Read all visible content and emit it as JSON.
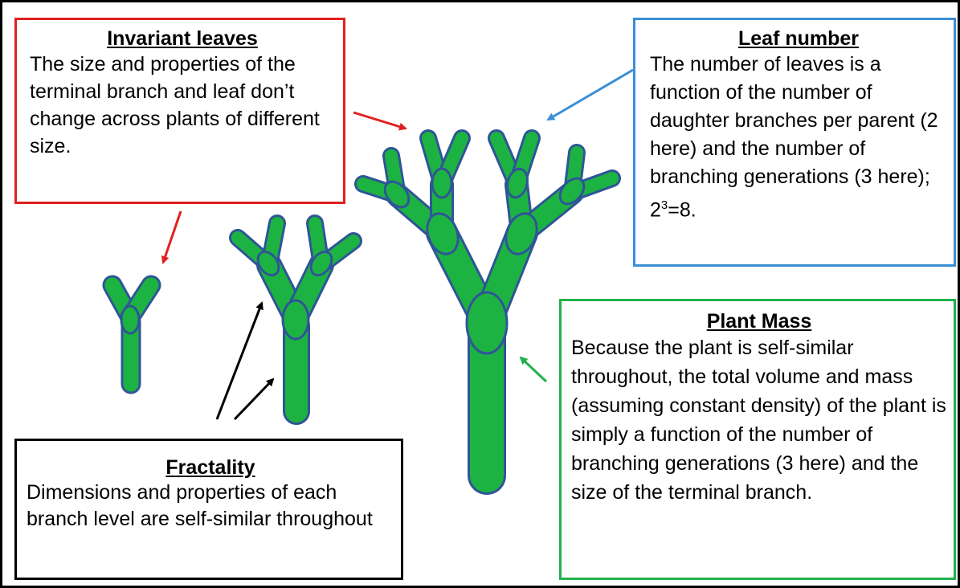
{
  "boxes": {
    "invariant_leaves": {
      "title": "Invariant leaves",
      "text": "The size and properties of the terminal branch and leaf don’t change across plants of different size."
    },
    "leaf_number": {
      "title": "Leaf number",
      "text_before": "The number of leaves is a function of the number of daughter branches per parent (2 here) and the number of branching generations (3 here); 2",
      "superscript": "3",
      "text_after": "=8."
    },
    "plant_mass": {
      "title": "Plant Mass",
      "text": "Because the plant is self-similar throughout, the total volume and mass (assuming constant density) of the plant is simply a function of the  number of branching generations (3 here) and the size of the terminal branch."
    },
    "fractality": {
      "title": "Fractality",
      "text": "Dimensions and properties of each branch level are self-similar throughout"
    }
  },
  "colors": {
    "plant_fill": "#1db342",
    "plant_stroke": "#2f5597",
    "red": "#e02020",
    "blue": "#3a8fd6",
    "green": "#22b14c",
    "black": "#000000"
  }
}
